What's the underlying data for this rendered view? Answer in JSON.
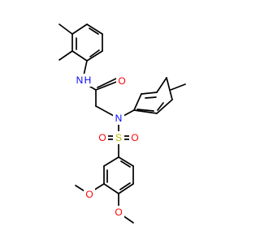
{
  "molecule": {
    "atom_labels": [
      {
        "id": "nh",
        "text": "N",
        "subscript": "H",
        "color": "#0000ff"
      },
      {
        "id": "o_carbonyl",
        "text": "O",
        "color": "#ff0000"
      },
      {
        "id": "n_sulfonamide",
        "text": "N",
        "color": "#0000ff"
      },
      {
        "id": "o_sulfonyl_left",
        "text": "O",
        "color": "#ff0000"
      },
      {
        "id": "s_sulfonyl",
        "text": "S",
        "color": "#b8b800"
      },
      {
        "id": "o_sulfonyl_right",
        "text": "O",
        "color": "#ff0000"
      },
      {
        "id": "o_methoxy_3",
        "text": "O",
        "color": "#ff0000"
      },
      {
        "id": "o_methoxy_4",
        "text": "O",
        "color": "#ff0000"
      }
    ]
  },
  "colors": {
    "bond": "#000000",
    "background": "#ffffff"
  }
}
